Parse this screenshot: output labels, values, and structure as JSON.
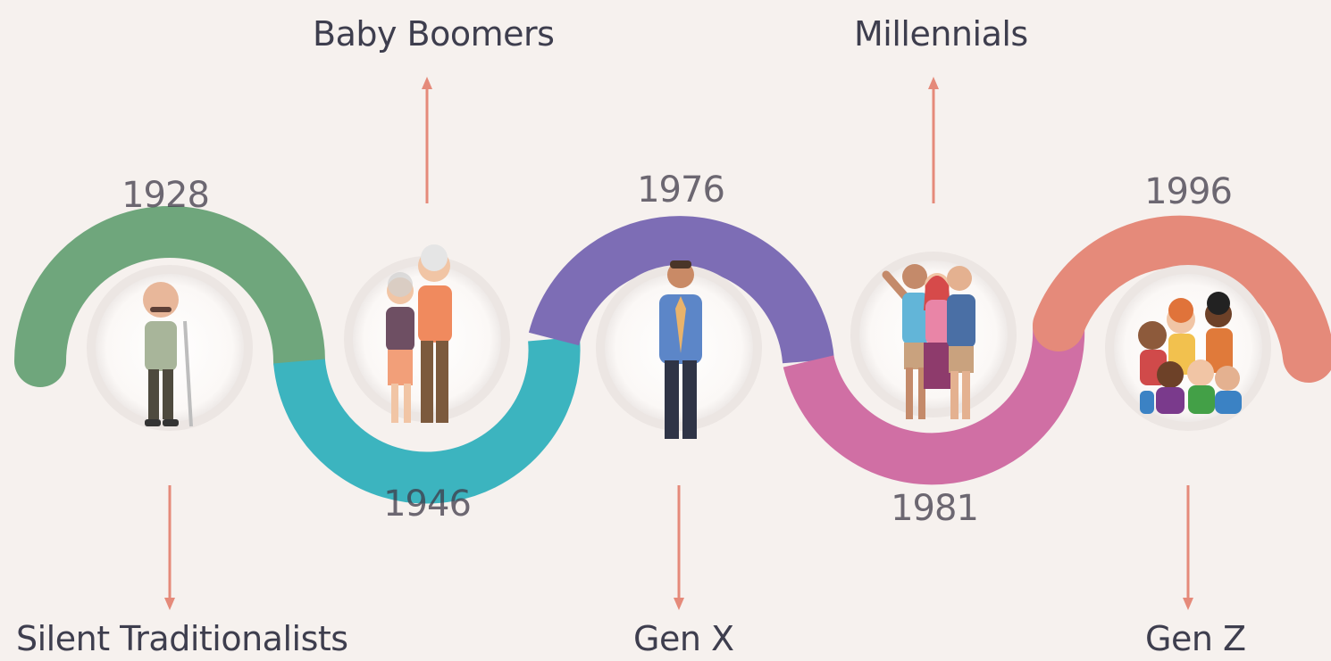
{
  "generations": [
    {
      "label": "Silent Traditionalists",
      "year": "1928",
      "color": "#6fa67c",
      "icon": "elderly-man-icon"
    },
    {
      "label": "Baby Boomers",
      "year": "1946",
      "color": "#3cb4bf",
      "icon": "elderly-couple-icon"
    },
    {
      "label": "Gen X",
      "year": "1976",
      "color": "#7d6db5",
      "icon": "businessman-icon"
    },
    {
      "label": "Millennials",
      "year": "1981",
      "color": "#d06fa4",
      "icon": "friends-group-icon"
    },
    {
      "label": "Gen Z",
      "year": "1996",
      "color": "#e58a7a",
      "icon": "children-group-icon"
    }
  ],
  "arrow_color": "#e58a7a"
}
